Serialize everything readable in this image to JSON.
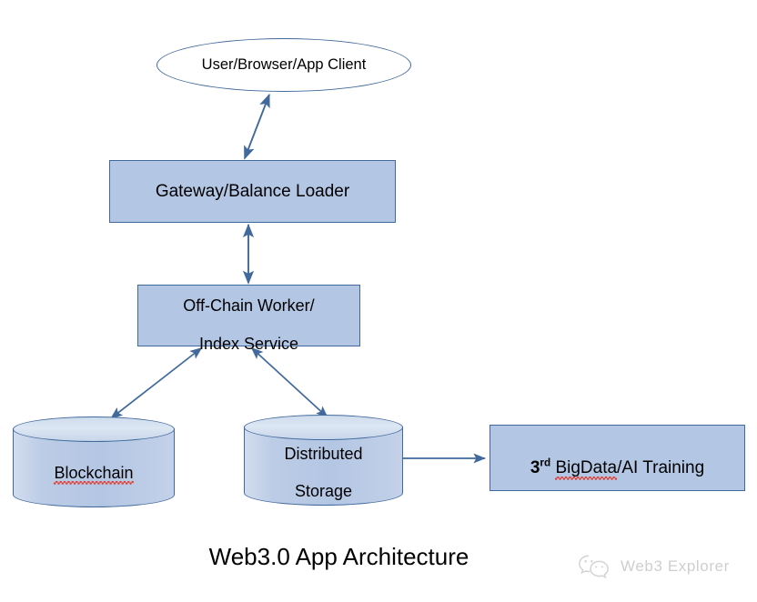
{
  "diagram": {
    "caption": "Web3.0 App Architecture",
    "colors": {
      "node_fill": "#b3c6e3",
      "node_stroke": "#41699b",
      "edge": "#41699b",
      "cylinder_top": "#dde7f4",
      "text": "#000000",
      "spellcheck_underline": "#e23b2e",
      "background": "#ffffff"
    },
    "nodes": [
      {
        "id": "user-client",
        "shape": "ellipse",
        "label": "User/Browser/App Client"
      },
      {
        "id": "gateway",
        "shape": "rectangle",
        "label": "Gateway/Balance Loader"
      },
      {
        "id": "off-chain-worker",
        "shape": "rectangle",
        "label_line1": "Off-Chain Worker/",
        "label_line2": "Index Service"
      },
      {
        "id": "blockchain",
        "shape": "cylinder",
        "label": "Blockchain",
        "misspelled": true
      },
      {
        "id": "distributed-storage",
        "shape": "cylinder",
        "label_line1": "Distributed",
        "label_line2": "Storage"
      },
      {
        "id": "third-party-bigdata",
        "shape": "rectangle",
        "label_ordinal_number": "3",
        "label_ordinal_suffix": "rd",
        "label_misspelled_word": "BigData",
        "label_rest": "/AI Training"
      }
    ],
    "edges": [
      {
        "id": "edge-user-gateway",
        "from": "gateway",
        "to": "user-client",
        "arrow": "both"
      },
      {
        "id": "edge-gateway-worker",
        "from": "off-chain-worker",
        "to": "gateway",
        "arrow": "both"
      },
      {
        "id": "edge-worker-blockchain",
        "from": "off-chain-worker",
        "to": "blockchain",
        "arrow": "both"
      },
      {
        "id": "edge-worker-storage",
        "from": "off-chain-worker",
        "to": "distributed-storage",
        "arrow": "both"
      },
      {
        "id": "edge-storage-bigdata",
        "from": "distributed-storage",
        "to": "third-party-bigdata",
        "arrow": "end"
      }
    ]
  },
  "watermark": {
    "text": "Web3 Explorer",
    "icon": "wechat-logo-icon"
  }
}
